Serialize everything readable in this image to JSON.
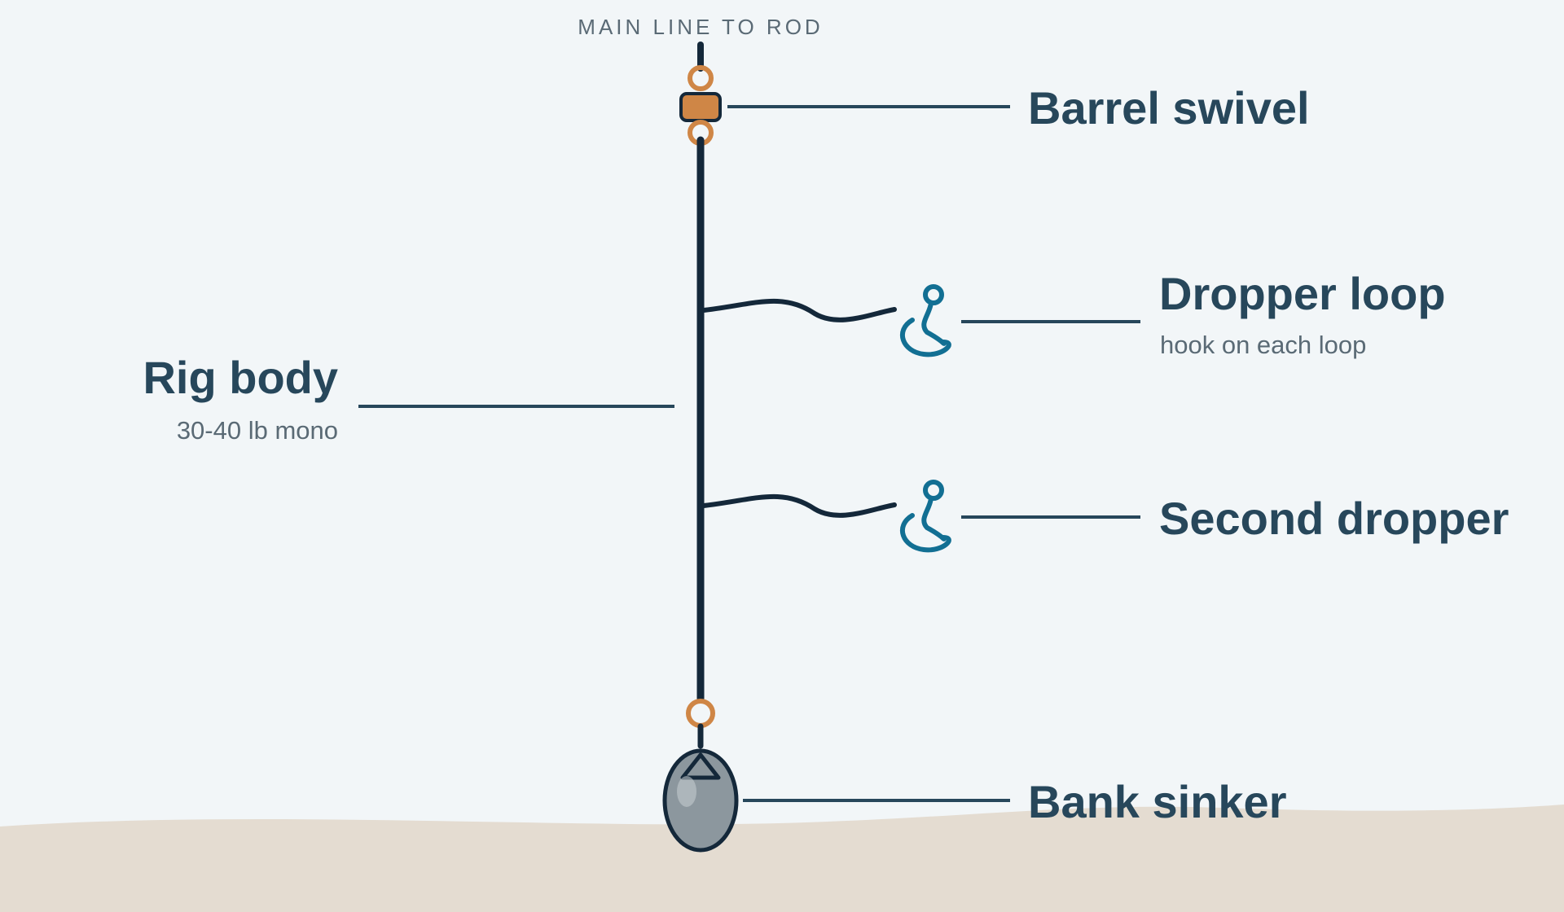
{
  "diagram": {
    "top_label": "MAIN LINE TO ROD",
    "swivel": {
      "title": "Barrel swivel"
    },
    "rig_body": {
      "title": "Rig body",
      "subtitle": "30-40 lb mono"
    },
    "dropper1": {
      "title": "Dropper loop",
      "subtitle": "hook on each loop"
    },
    "dropper2": {
      "title": "Second dropper"
    },
    "sinker": {
      "title": "Bank sinker"
    }
  },
  "colors": {
    "background": "#f2f6f8",
    "line": "#14283a",
    "ring": "#cf8646",
    "hook": "#126f93",
    "sinker": "#8c979e",
    "seabed": "#e4dcd1",
    "label": "#27475b",
    "sublabel": "#5a6a75"
  }
}
